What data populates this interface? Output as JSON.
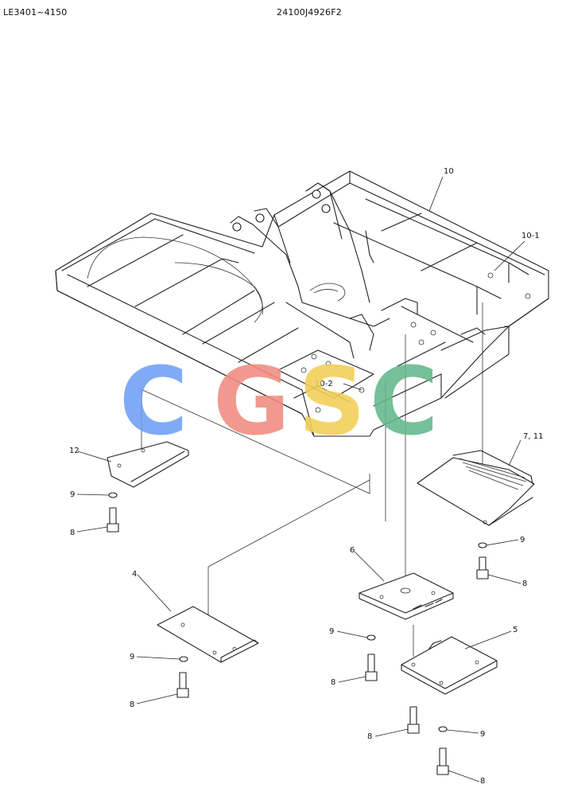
{
  "header": {
    "left_code": "LE3401~4150",
    "center_code": "24100J4926F2"
  },
  "watermark": {
    "letters": [
      {
        "char": "C",
        "color": "#6f9ff4"
      },
      {
        "char": "G",
        "color": "#f08c80"
      },
      {
        "char": "S",
        "color": "#f3cf55"
      },
      {
        "char": "C",
        "color": "#63b88a"
      }
    ]
  },
  "callouts": {
    "frame": "10",
    "frame_sub1": "10-1",
    "frame_sub2": "10-2",
    "cover_12": "12",
    "cover_7_11": "7, 11",
    "cover_4": "4",
    "cover_6": "6",
    "cover_5": "5",
    "washer_a": "9",
    "bolt_a": "8",
    "washer_b": "9",
    "bolt_b": "8",
    "washer_c": "9",
    "bolt_c": "8",
    "washer_d": "9",
    "bolt_d": "8",
    "washer_e": "9",
    "bolt_e": "8"
  }
}
